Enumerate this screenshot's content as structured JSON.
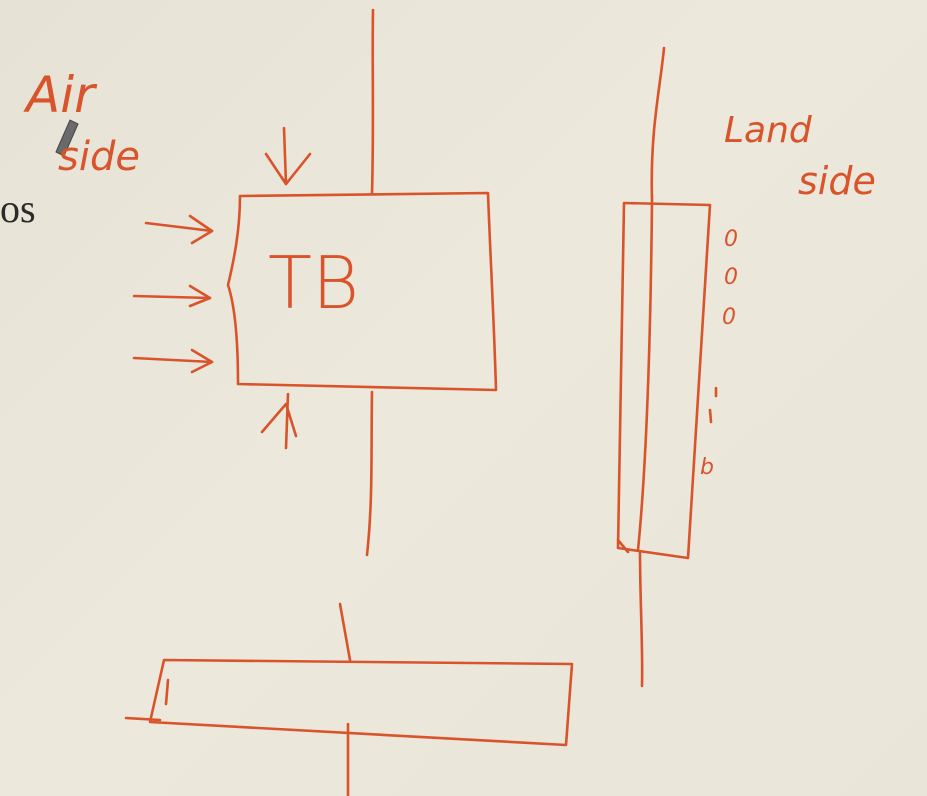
{
  "page_text": {
    "fragment": "os"
  },
  "labels": {
    "air": "Air",
    "air_side": "side",
    "land": "Land",
    "land_side": "side",
    "box": "TB"
  },
  "marks": [
    "0",
    "0",
    "0",
    "b"
  ],
  "colors": {
    "ink": "#d9532b",
    "paper": "#e8e4d8",
    "print": "#2a2a2a"
  }
}
